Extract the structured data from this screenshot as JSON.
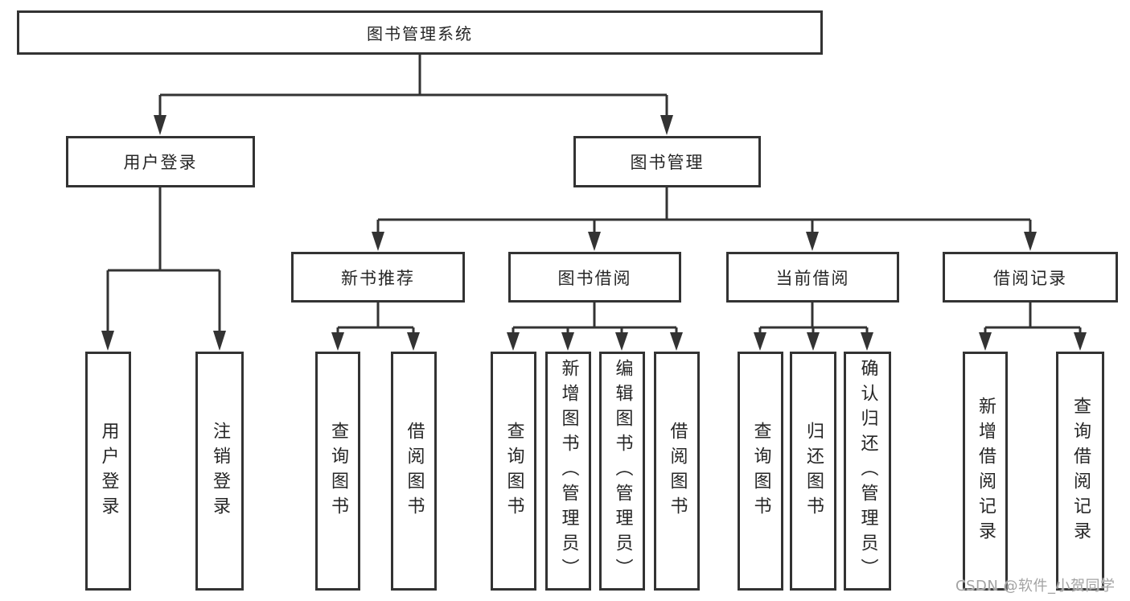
{
  "diagram": {
    "root": {
      "label": "图书管理系统"
    },
    "level2": [
      {
        "label": "用户登录"
      },
      {
        "label": "图书管理"
      }
    ],
    "level3": [
      {
        "label": "新书推荐"
      },
      {
        "label": "图书借阅"
      },
      {
        "label": "当前借阅"
      },
      {
        "label": "借阅记录"
      }
    ],
    "leaves": [
      {
        "label": "用户登录"
      },
      {
        "label": "注销登录"
      },
      {
        "label": "查询图书"
      },
      {
        "label": "借阅图书"
      },
      {
        "label": "查询图书"
      },
      {
        "label": "新增图书（管理员）"
      },
      {
        "label": "编辑图书（管理员）"
      },
      {
        "label": "借阅图书"
      },
      {
        "label": "查询图书"
      },
      {
        "label": "归还图书"
      },
      {
        "label": "确认归还（管理员）"
      },
      {
        "label": "新增借阅记录"
      },
      {
        "label": "查询借阅记录"
      }
    ],
    "watermark": "CSDN @软件_小贺同学",
    "colors": {
      "line": "#333333",
      "box_border": "#333333",
      "text": "#262626",
      "watermark": "#a3a3a3",
      "background": "#ffffff"
    }
  }
}
